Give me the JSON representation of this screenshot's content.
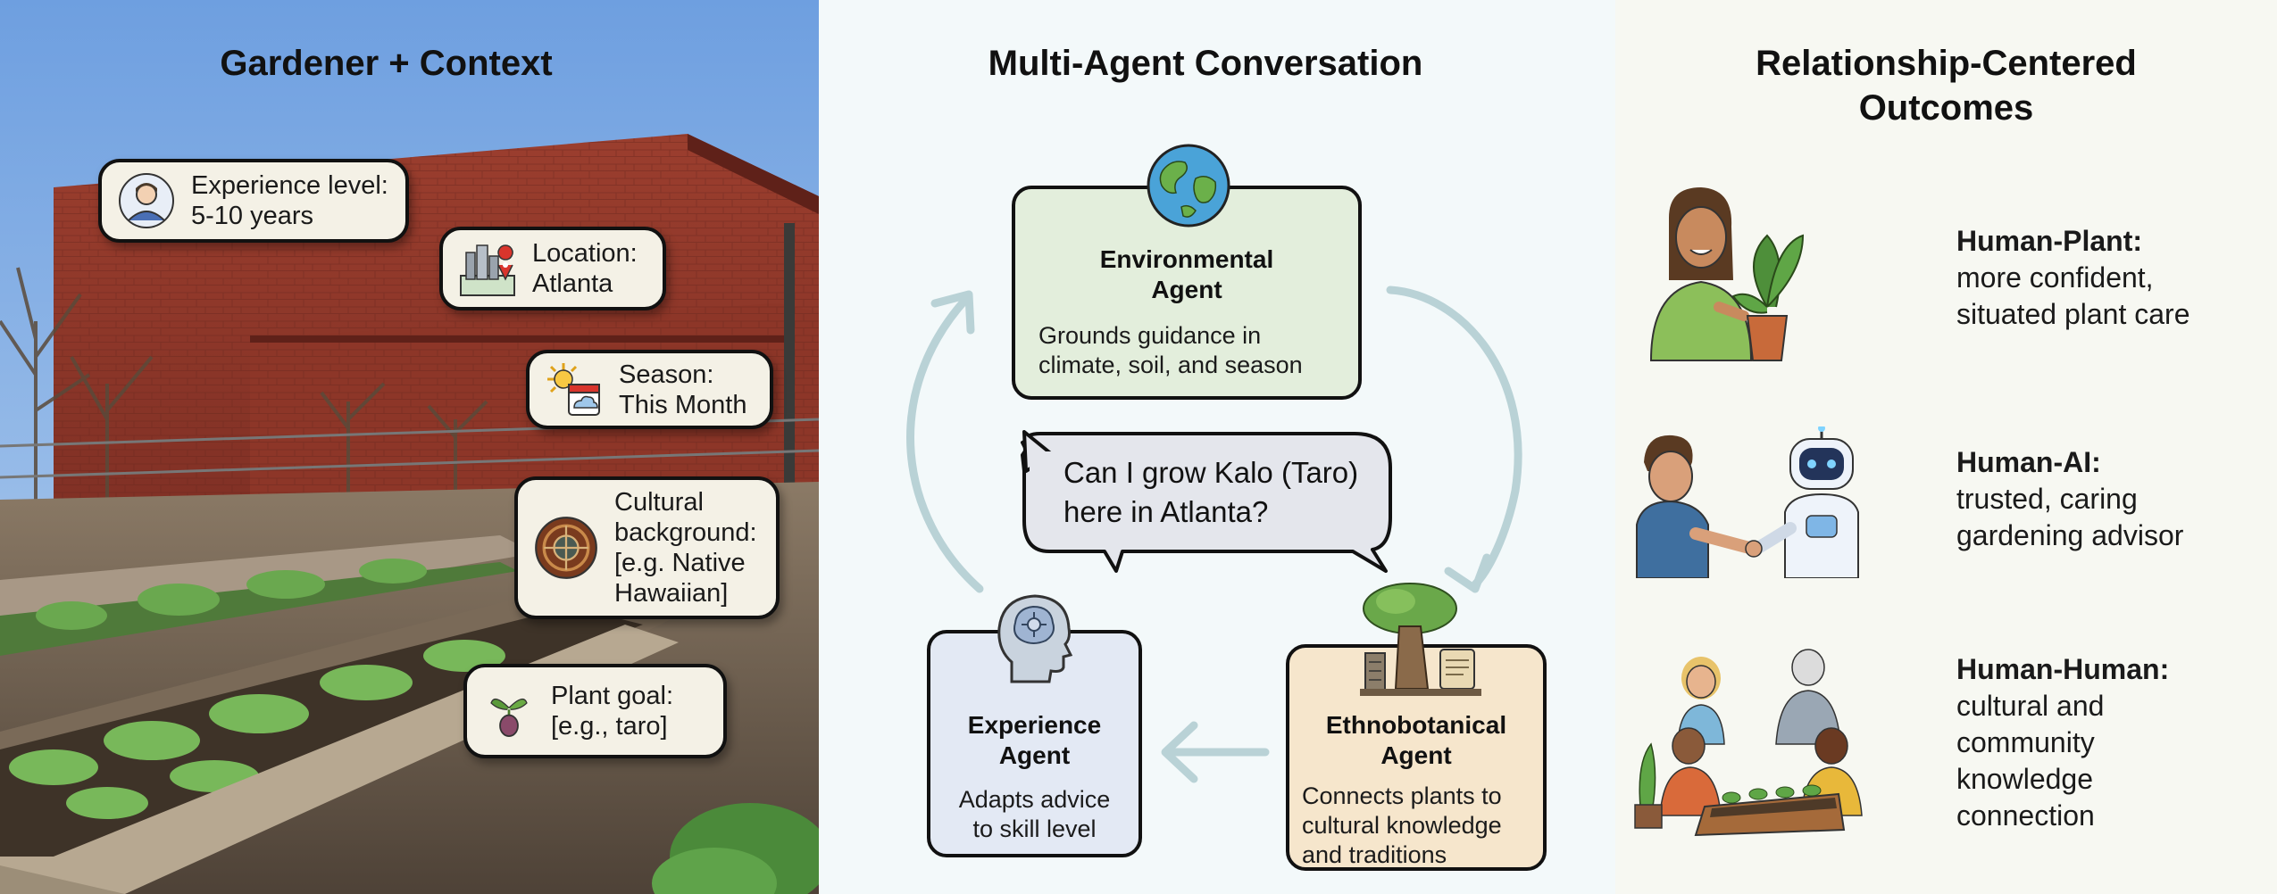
{
  "left": {
    "title": "Gardener + Context",
    "cards": [
      {
        "icon": "person-icon",
        "lines": [
          "Experience level:",
          "5-10 years"
        ]
      },
      {
        "icon": "city-map-icon",
        "lines": [
          "Location:",
          "Atlanta"
        ]
      },
      {
        "icon": "sun-calendar-icon",
        "lines": [
          "Season:",
          "This Month"
        ]
      },
      {
        "icon": "cultural-pattern-icon",
        "lines": [
          "Cultural",
          "background:",
          "[e.g. Native",
          "Hawaiian]"
        ]
      },
      {
        "icon": "taro-plant-icon",
        "lines": [
          "Plant goal:",
          "[e.g., taro]"
        ]
      }
    ]
  },
  "middle": {
    "title": "Multi-Agent Conversation",
    "environmental": {
      "name": [
        "Environmental",
        "Agent"
      ],
      "desc": [
        "Grounds guidance in",
        "climate, soil, and season"
      ],
      "icon": "globe-icon"
    },
    "experience": {
      "name": [
        "Experience",
        "Agent"
      ],
      "desc": [
        "Adapts advice",
        "to skill level"
      ],
      "icon": "brain-head-icon"
    },
    "ethnobotanical": {
      "name": [
        "Ethnobotanical",
        "Agent"
      ],
      "desc": [
        "Connects plants to",
        "cultural knowledge",
        "and traditions"
      ],
      "icon": "tree-totem-scroll-icon"
    },
    "question": [
      "Can I grow Kalo (Taro)",
      "here in Atlanta?"
    ]
  },
  "right": {
    "title": [
      "Relationship-Centered",
      "Outcomes"
    ],
    "outcomes": [
      {
        "title": "Human-Plant:",
        "lines": [
          "more confident,",
          "situated plant care"
        ],
        "icon": "person-with-plant-icon"
      },
      {
        "title": "Human-AI:",
        "lines": [
          "trusted, caring",
          "gardening advisor"
        ],
        "icon": "handshake-robot-icon"
      },
      {
        "title": "Human-Human:",
        "lines": [
          "cultural and",
          "community",
          "knowledge",
          "connection"
        ],
        "icon": "community-garden-icon"
      }
    ]
  },
  "colors": {
    "environmental_box": "#e3eedc",
    "experience_box": "#e3e9f4",
    "ethnobotanical_box": "#f6e6cc",
    "context_card": "#f4f1e6",
    "cycle_arrow": "#b9d2d6",
    "middle_bg": "#f3f9fa",
    "right_bg": "#f7f8f2"
  }
}
